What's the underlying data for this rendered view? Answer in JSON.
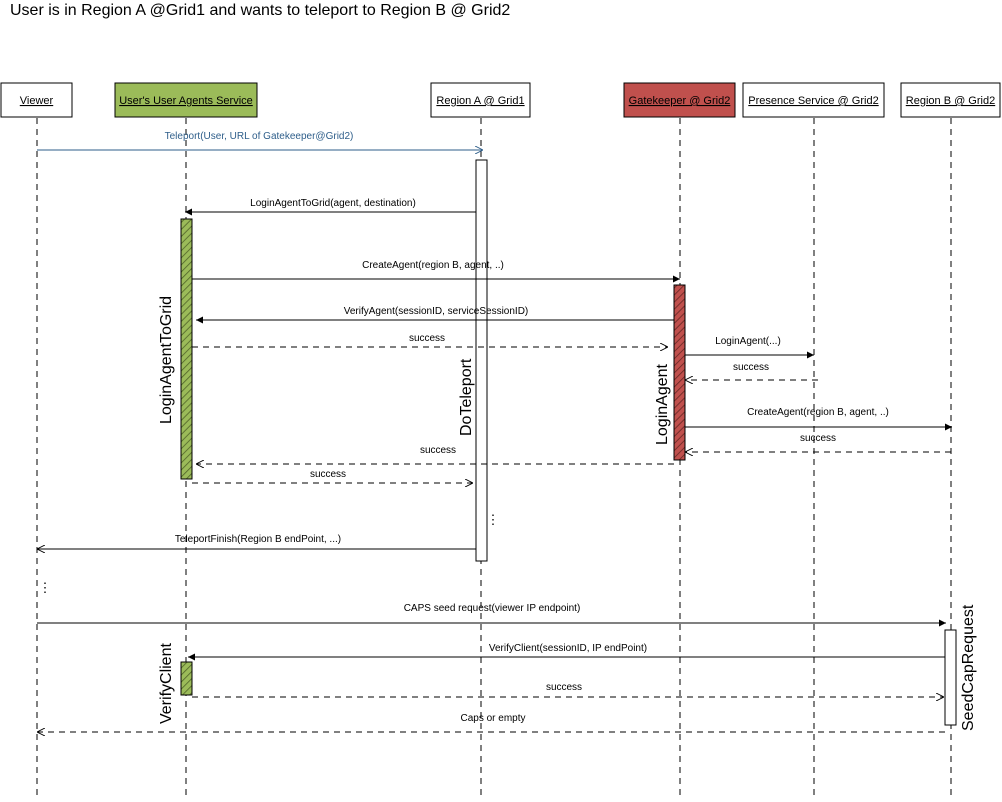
{
  "title": "User is in Region A @Grid1 and wants to teleport to Region B @ Grid2",
  "colors": {
    "green_fill": "#9bbb59",
    "red_fill": "#c0504d",
    "blue_line": "#2e5e8a",
    "line": "#000000"
  },
  "actors": {
    "viewer": "Viewer",
    "uas": "User's User Agents Service",
    "regionA": "Region A @ Grid1",
    "gatekeeper": "Gatekeeper @ Grid2",
    "presence": "Presence Service @ Grid2",
    "regionB": "Region B @ Grid2"
  },
  "activations": {
    "login_agent_to_grid": "LoginAgentToGrid",
    "do_teleport": "DoTeleport",
    "login_agent": "LoginAgent",
    "verify_client": "VerifyClient",
    "seed_cap_request": "SeedCapRequest"
  },
  "messages": {
    "m1": "Teleport(User, URL of Gatekeeper@Grid2)",
    "m2": "LoginAgentToGrid(agent, destination)",
    "m3": "CreateAgent(region B, agent, ..)",
    "m4": "VerifyAgent(sessionID, serviceSessionID)",
    "m5": "success",
    "m6": "LoginAgent(...)",
    "m7": "success",
    "m8": "CreateAgent(region B, agent, ..)",
    "m9": "success",
    "m10": "success",
    "m11": "success",
    "m12": "TeleportFinish(Region B endPoint, ...)",
    "m13": "CAPS seed request(viewer IP endpoint)",
    "m14": "VerifyClient(sessionID, IP endPoint)",
    "m15": "success",
    "m16": "Caps or empty"
  },
  "ellipsis": "⋮"
}
